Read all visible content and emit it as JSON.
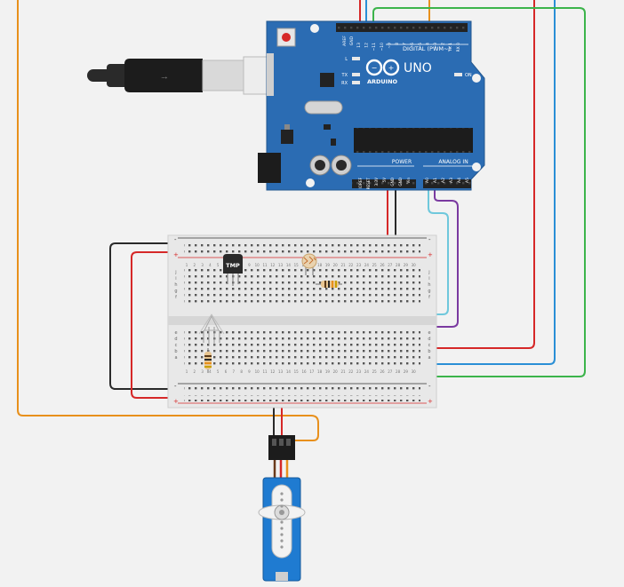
{
  "arduino": {
    "logo_text": "UNO",
    "brand": "ARDUINO",
    "digital_label": "DIGITAL (PWM~)",
    "power_label": "POWER",
    "analog_label": "ANALOG IN",
    "on_label": "ON",
    "l_label": "L",
    "tx_label": "TX",
    "rx_label": "RX",
    "aref_label": "AREF",
    "gnd_label": "GND",
    "digital_pins": [
      "13",
      "12",
      "~11",
      "~10",
      "~9",
      "8",
      "7",
      "~6",
      "~5",
      "4",
      "~3",
      "2",
      "TX 1",
      "RX 0"
    ],
    "power_pins": [
      "IOREF",
      "RESET",
      "3.3V",
      "5V",
      "GND",
      "GND",
      "Vin"
    ],
    "analog_pins": [
      "A0",
      "A1",
      "A2",
      "A3",
      "A4",
      "A5"
    ]
  },
  "breadboard": {
    "row_letters_top": [
      "j",
      "i",
      "h",
      "g",
      "f"
    ],
    "row_letters_bottom": [
      "e",
      "d",
      "c",
      "b",
      "a"
    ],
    "rail_plus": "+",
    "rail_minus": "-",
    "column_count": 30
  },
  "components": {
    "temp_sensor_label": "TMP"
  },
  "colors": {
    "arduino_blue": "#2b6cb3",
    "wire_red": "#d62828",
    "wire_black": "#2a2a2a",
    "wire_orange": "#e8901c",
    "wire_green": "#3cb44b",
    "wire_blue": "#2a8fd6",
    "wire_cyan": "#6fc8dc",
    "wire_purple": "#7a3aa0",
    "servo_blue": "#1f7bd1"
  }
}
